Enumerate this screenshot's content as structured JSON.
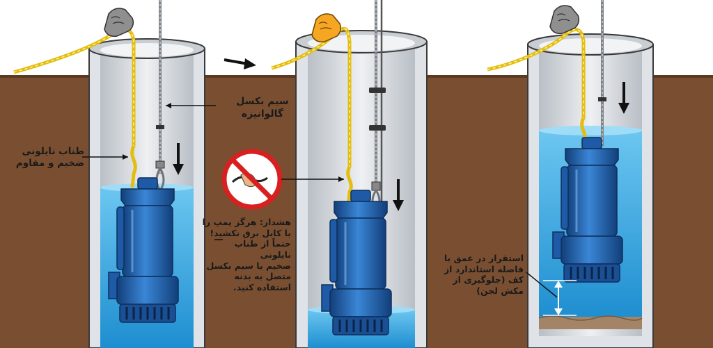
{
  "labels": {
    "galvanized_cable": "سیم بکسل\nگالوانیزه",
    "nylon_rope": "طناب نایلونی\nضخیم و مقاوم",
    "warning": "هشدار: هرگز پمپ را\nبا کابل برق نکشید!\nحتماً از طناب نایلونی\nضخیم یا سیم بکسل\nمتصل به بدنه\nاستفاده کنید.",
    "depth_note": "استقرار در عمق با\nفاصله استاندارد از\nکف (جلوگیری از\nمکش لجن)"
  },
  "colors": {
    "soil": "#7a4f31",
    "well_wall": "#d3d7dc",
    "water": "#38a8e0",
    "pump": "#2167b8",
    "rope": "#f2cf1f",
    "cable": "#8e949a",
    "glove": "#f5a623",
    "prohibition": "#d82020"
  },
  "icons": [
    "hand-glove-icon",
    "prohibition-sign-icon",
    "down-arrow-icon",
    "right-arrow-icon",
    "double-arrow-icon"
  ]
}
